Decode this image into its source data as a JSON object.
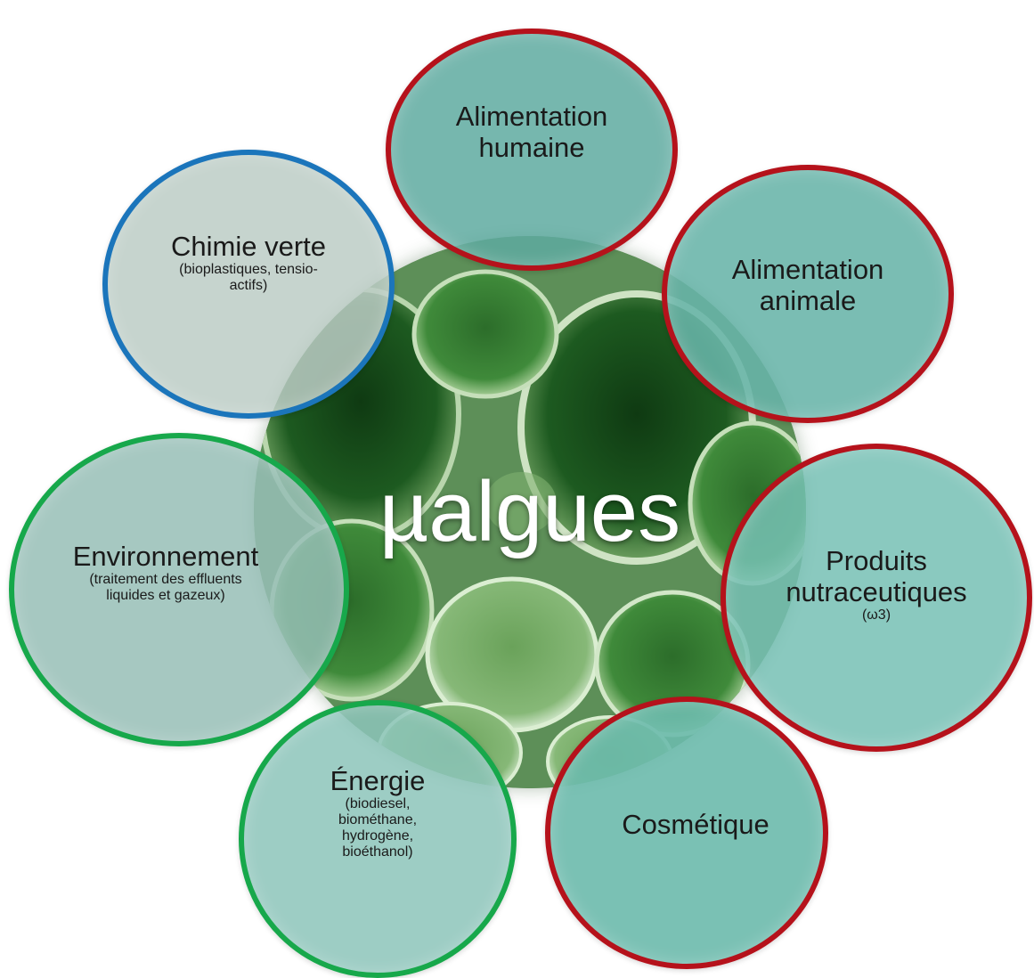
{
  "center": {
    "label": "µalgues"
  },
  "nodes": {
    "alimentation_humaine": {
      "title": "Alimentation\nhumaine",
      "color": "#b5121b",
      "fill": "rgba(94,170,160,0.85)"
    },
    "alimentation_animale": {
      "title": "Alimentation\nanimale",
      "color": "#b5121b",
      "fill": "rgba(104,180,168,0.88)"
    },
    "produits_nutraceutiques": {
      "title": "Produits\nnutraceutiques",
      "subtitle": "(ω3)",
      "color": "#b5121b",
      "fill": "rgba(118,192,180,0.85)"
    },
    "cosmetique": {
      "title": "Cosmétique",
      "color": "#b5121b",
      "fill": "rgba(108,186,172,0.9)"
    },
    "energie": {
      "title": "Énergie",
      "subtitle": "(biodiesel,\nbiométhane,\nhydrogène,\nbioéthanol)",
      "color": "#17a84b",
      "fill": "rgba(140,196,186,0.85)"
    },
    "environnement": {
      "title": "Environnement",
      "subtitle": "(traitement des effluents\nliquides et gazeux)",
      "color": "#17a84b",
      "fill": "rgba(150,190,182,0.85)"
    },
    "chimie_verte": {
      "title": "Chimie verte",
      "subtitle": "(bioplastiques, tensio-\nactifs)",
      "color": "#1b75bb",
      "fill": "rgba(188,204,198,0.85)"
    }
  }
}
